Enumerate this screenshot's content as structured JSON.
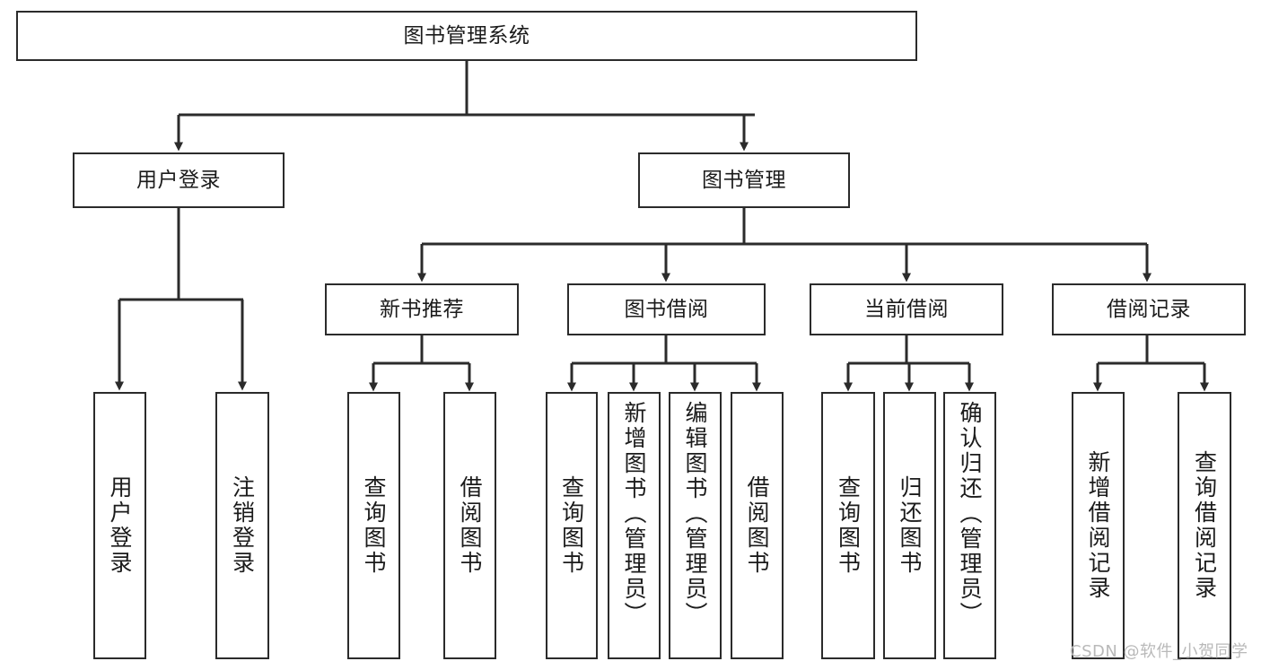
{
  "diagram": {
    "title": "图书管理系统",
    "type": "hierarchy-tree",
    "root": {
      "label": "图书管理系统"
    },
    "level2": [
      {
        "label": "用户登录"
      },
      {
        "label": "图书管理"
      }
    ],
    "level3": [
      {
        "label": "新书推荐"
      },
      {
        "label": "图书借阅"
      },
      {
        "label": "当前借阅"
      },
      {
        "label": "借阅记录"
      }
    ],
    "leaves": {
      "user_login": [
        {
          "label": "用户登录"
        },
        {
          "label": "注销登录"
        }
      ],
      "new_book_recommend": [
        {
          "label": "查询图书"
        },
        {
          "label": "借阅图书"
        }
      ],
      "book_borrow": [
        {
          "label": "查询图书"
        },
        {
          "label": "新增图书（管理员）"
        },
        {
          "label": "编辑图书（管理员）"
        },
        {
          "label": "借阅图书"
        }
      ],
      "current_borrow": [
        {
          "label": "查询图书"
        },
        {
          "label": "归还图书"
        },
        {
          "label": "确认归还（管理员）"
        }
      ],
      "borrow_records": [
        {
          "label": "新增借阅记录"
        },
        {
          "label": "查询借阅记录"
        }
      ]
    },
    "watermark": "CSDN @软件_小贺同学",
    "colors": {
      "stroke": "#2b2b2b",
      "fill": "#ffffff",
      "text": "#1b1b1b",
      "watermark": "#b9b9b9"
    }
  }
}
